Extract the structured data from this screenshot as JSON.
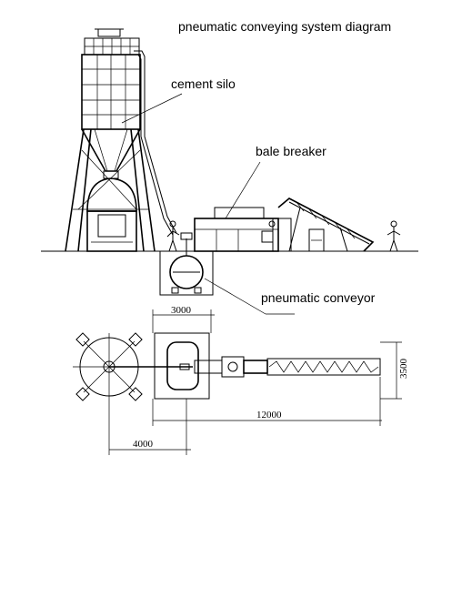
{
  "title": "pneumatic conveying system diagram",
  "labels": {
    "cement_silo": "cement silo",
    "bale_breaker": "bale breaker",
    "pneumatic_conveyor": "pneumatic conveyor"
  },
  "dimensions": {
    "d3000": "3000",
    "d3500": "3500",
    "d12000": "12000",
    "d4000": "4000"
  }
}
